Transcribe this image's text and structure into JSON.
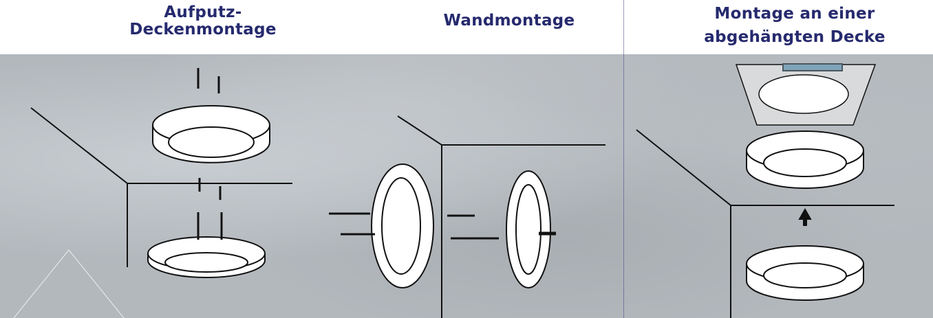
{
  "sections": [
    {
      "title_line1": "Aufputz-",
      "title_line2": "Deckenmontage"
    },
    {
      "title_line1": "Wandmontage"
    },
    {
      "title_line1": "Montage an einer",
      "title_line2": "abgehängten Decke"
    }
  ],
  "colors": {
    "title": "#262a6e",
    "concrete": "#b3b8bd",
    "panel_edge": "#7fa3b8"
  }
}
